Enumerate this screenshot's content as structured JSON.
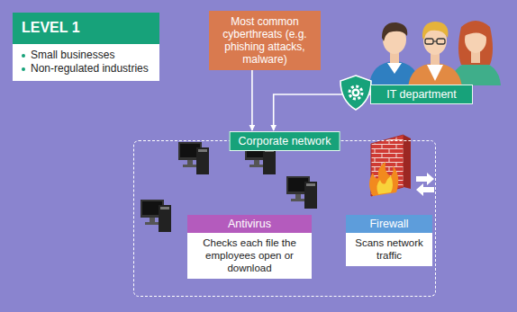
{
  "diagram": {
    "nodes": [
      {
        "text": [
          "LEVEL 1",
          "Small businesses",
          "Non-regulated industries"
        ]
      },
      {
        "text": [
          "Most common cyberthreats (e.g. phishing attacks, malware)"
        ]
      },
      {
        "text": [
          "IT department"
        ]
      },
      {
        "text": [
          "Corporate network"
        ]
      },
      {
        "text": [
          "Antivirus",
          "Checks each file the employees open or download"
        ],
        "in": 3
      },
      {
        "text": [
          "Firewall",
          "Scans network traffic"
        ],
        "in": 3
      }
    ],
    "edges": [
      {
        "from": 1,
        "to": 3,
        "arrow": "to"
      },
      {
        "from": 2,
        "to": 3,
        "arrow": "to"
      }
    ]
  }
}
